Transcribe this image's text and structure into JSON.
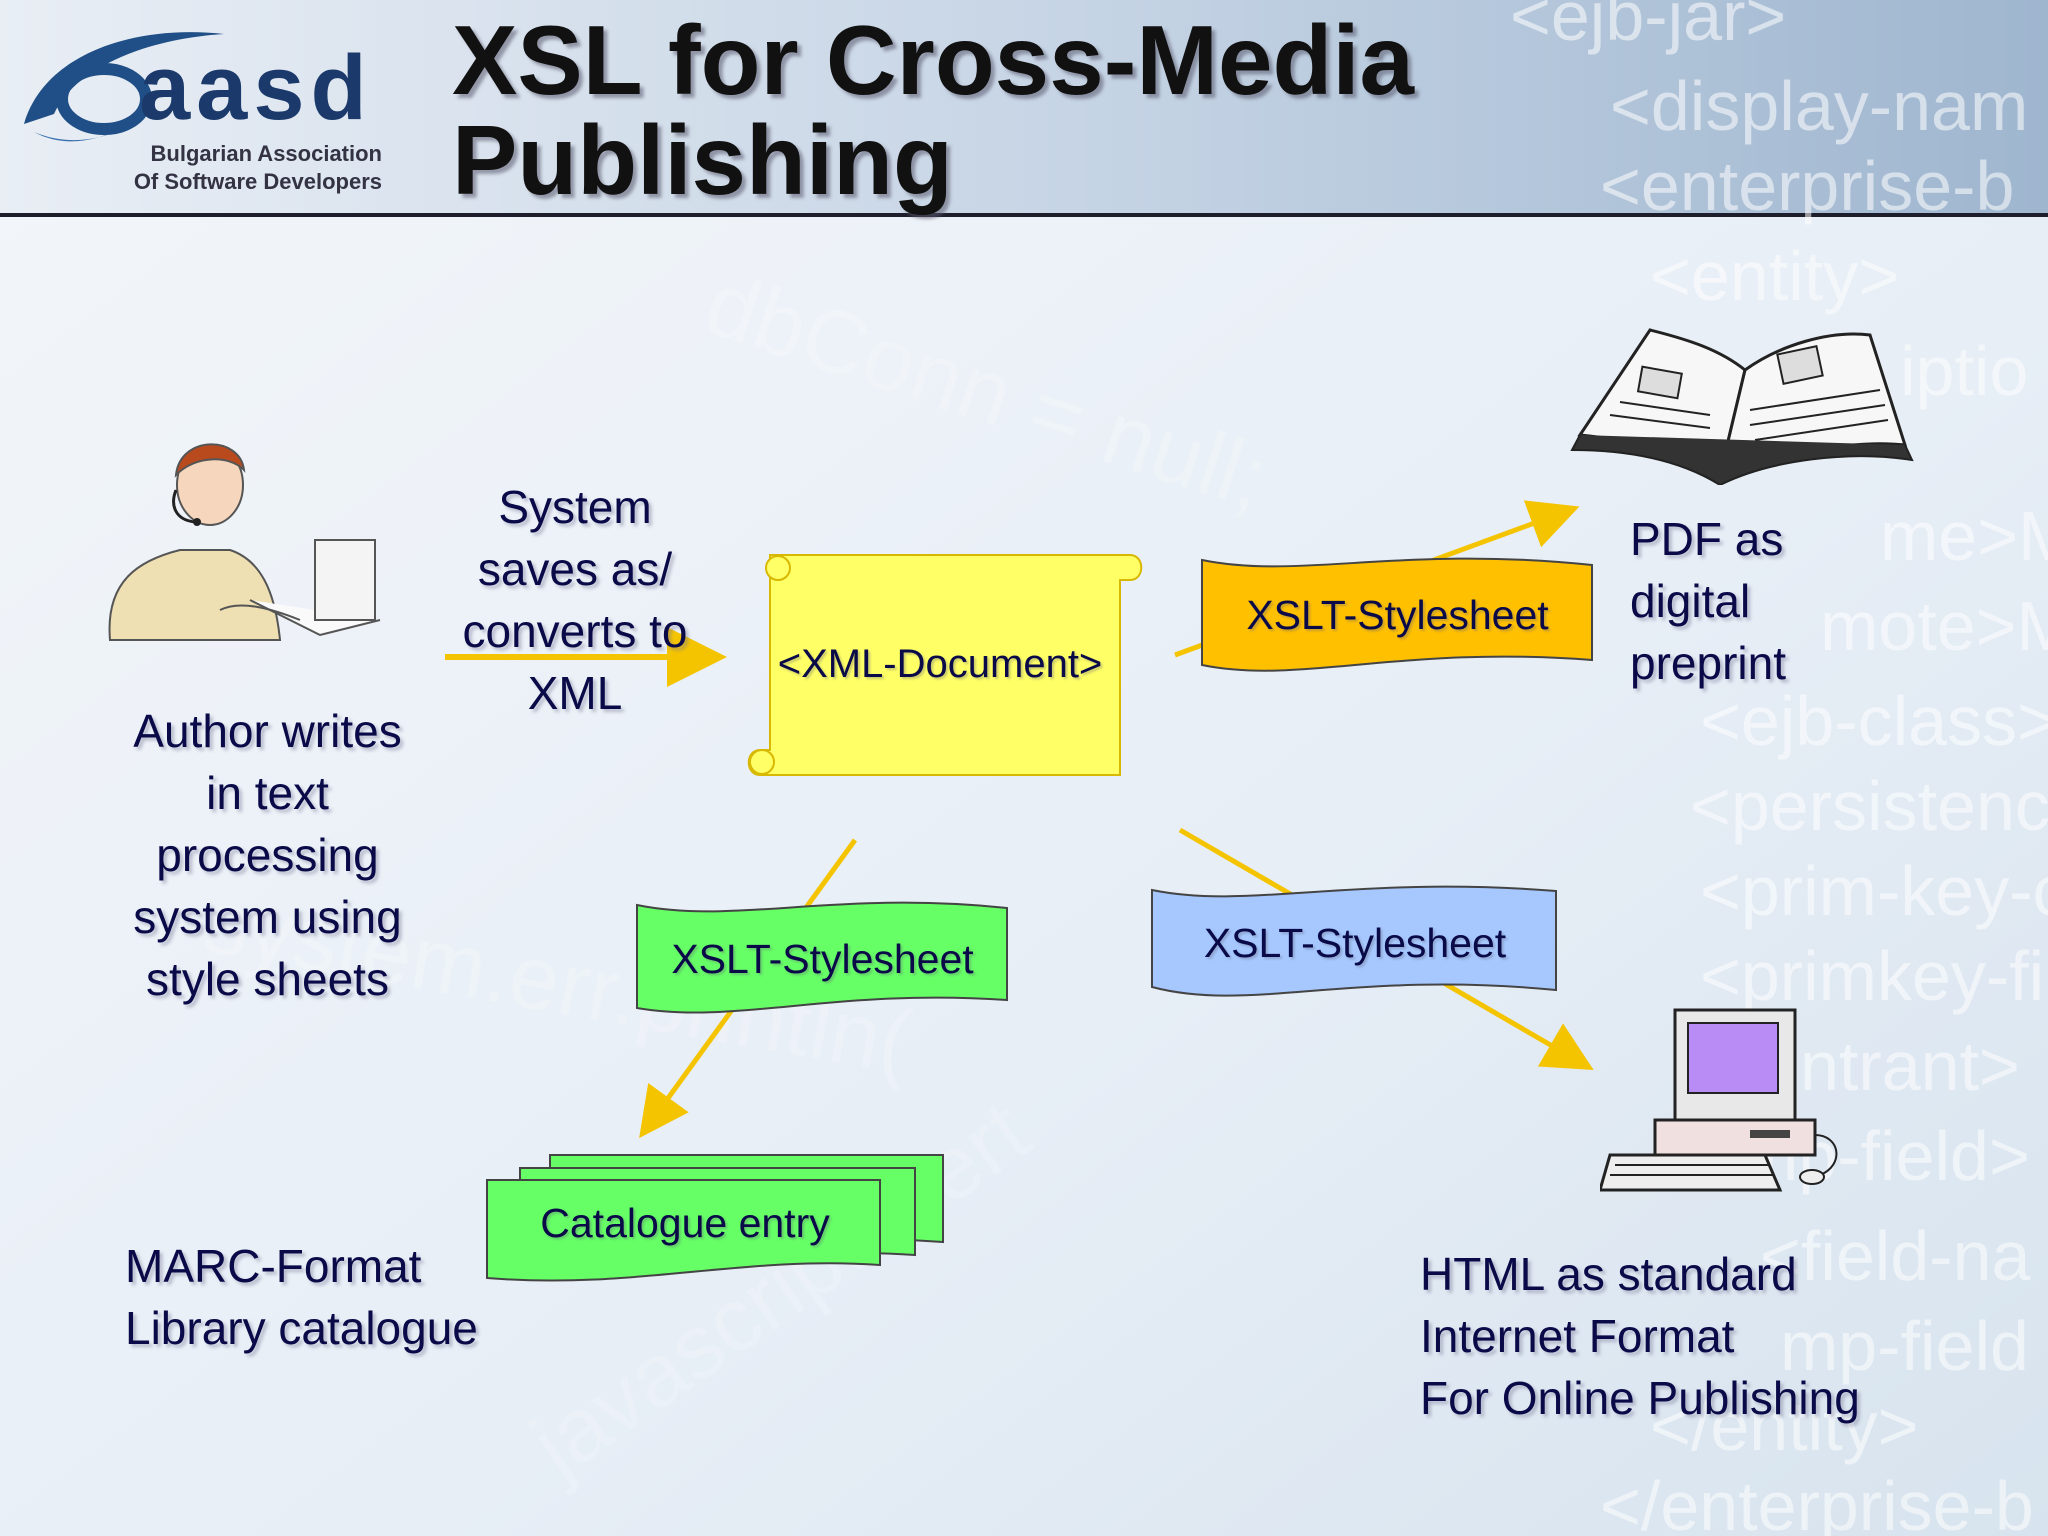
{
  "slide": {
    "title": "XSL for Cross-Media Publishing",
    "logo": {
      "wordmark": "aasd",
      "line1": "Bulgarian Association",
      "line2": "Of Software Developers"
    },
    "background_code": [
      "<ejb-jar>",
      "<display-nam",
      "<enterprise-b",
      "<entity>",
      "iptio",
      "me>Ma",
      "mote>M",
      "<ejb-class>",
      "<persistenc",
      "<prim-key-c",
      "<primkey-fi",
      "ntrant>",
      "mp-field>",
      "<field-na",
      "mp-field",
      "</entity>",
      "</enterprise-b"
    ]
  },
  "diagram": {
    "author_label": "Author writes in text processing system using style sheets",
    "author_lines": [
      "Author writes",
      "in text",
      "processing",
      "system using",
      "style sheets"
    ],
    "convert_label_lines": [
      "System",
      "saves as/",
      "converts to",
      "XML"
    ],
    "xml_document": "<XML-Document>",
    "stylesheet_pdf": "XSLT-Stylesheet",
    "stylesheet_catalog": "XSLT-Stylesheet",
    "stylesheet_html": "XSLT-Stylesheet",
    "pdf_label_lines": [
      "PDF as",
      "digital",
      "preprint"
    ],
    "catalogue_entry": "Catalogue entry",
    "marc_label_lines": [
      "MARC-Format",
      "Library catalogue"
    ],
    "html_label_lines": [
      "HTML as standard",
      "Internet Format",
      "For Online Publishing"
    ]
  },
  "colors": {
    "arrow": "#f5c400",
    "xml_scroll": "#ffff66",
    "pdf_banner": "#ffc000",
    "catalog_banner": "#66ff66",
    "html_banner": "#a6c8ff"
  }
}
